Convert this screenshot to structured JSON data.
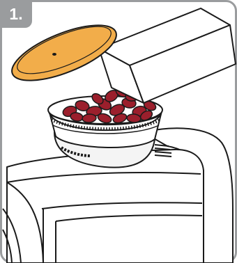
{
  "step": {
    "number_label": "1."
  },
  "illustration": {
    "components": [
      "lid",
      "bean-bag",
      "coffee-beans",
      "bean-hopper",
      "grinder-body"
    ],
    "colors": {
      "lid": "#f2ad4a",
      "beans": "#9b1f2c",
      "outline": "#1a1a1a",
      "frame": "#9a9c9e",
      "badge": "#9a9c9e",
      "background": "#ffffff"
    }
  }
}
